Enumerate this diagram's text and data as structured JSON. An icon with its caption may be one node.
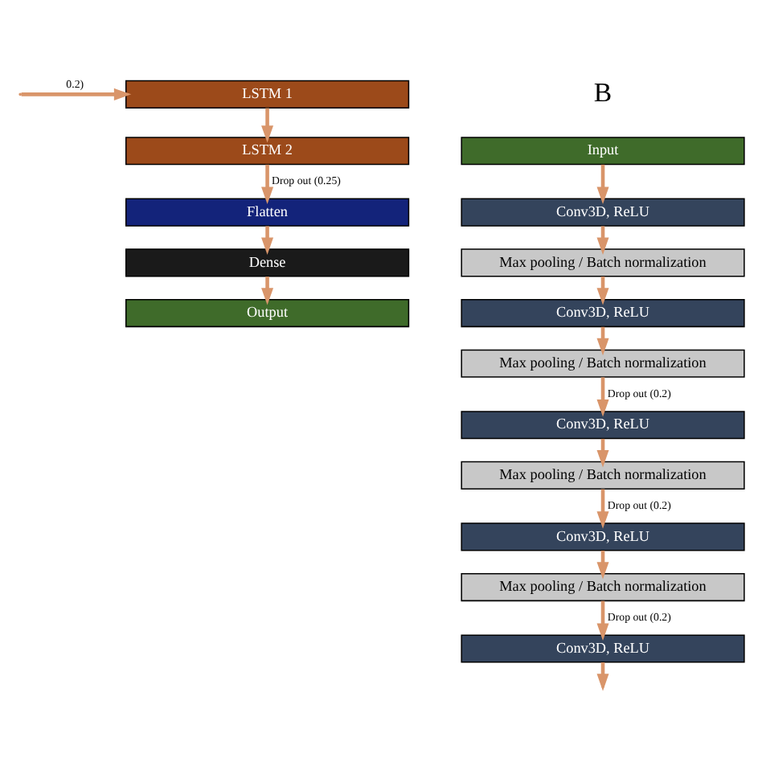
{
  "diagram": {
    "nodes": [
      {
        "text": [
          "LSTM 1"
        ]
      },
      {
        "text": [
          "LSTM 2"
        ]
      },
      {
        "text": [
          "Flatten"
        ]
      },
      {
        "text": [
          "Dense"
        ]
      },
      {
        "text": [
          "Output"
        ]
      },
      {
        "text": [
          "Input"
        ]
      },
      {
        "text": [
          "Conv3D, ReLU"
        ]
      },
      {
        "text": [
          "Max pooling / Batch normalization"
        ]
      },
      {
        "text": [
          "Conv3D, ReLU"
        ]
      },
      {
        "text": [
          "Max pooling / Batch normalization"
        ]
      },
      {
        "text": [
          "Conv3D, ReLU"
        ]
      },
      {
        "text": [
          "Max pooling / Batch normalization"
        ]
      },
      {
        "text": [
          "Conv3D, ReLU"
        ]
      },
      {
        "text": [
          "Max pooling / Batch normalization"
        ]
      },
      {
        "text": [
          "Conv3D, ReLU"
        ]
      }
    ],
    "edges": [
      {
        "from": null,
        "to": 0,
        "arrow": "to",
        "label": "0.2)"
      },
      {
        "from": 0,
        "to": 1,
        "arrow": "to"
      },
      {
        "from": 1,
        "to": 2,
        "arrow": "to",
        "label": "Drop out (0.25)"
      },
      {
        "from": 2,
        "to": 3,
        "arrow": "to"
      },
      {
        "from": 3,
        "to": 4,
        "arrow": "to"
      },
      {
        "from": 5,
        "to": 6,
        "arrow": "to"
      },
      {
        "from": 6,
        "to": 7,
        "arrow": "to"
      },
      {
        "from": 7,
        "to": 8,
        "arrow": "to"
      },
      {
        "from": 8,
        "to": 9,
        "arrow": "to"
      },
      {
        "from": 9,
        "to": 10,
        "arrow": "to",
        "label": "Drop out (0.2)"
      },
      {
        "from": 10,
        "to": 11,
        "arrow": "to"
      },
      {
        "from": 11,
        "to": 12,
        "arrow": "to",
        "label": "Drop out (0.2)"
      },
      {
        "from": 12,
        "to": 13,
        "arrow": "to"
      },
      {
        "from": 13,
        "to": 14,
        "arrow": "to",
        "label": "Drop out (0.2)"
      },
      {
        "from": 14,
        "to": null,
        "arrow": "to"
      }
    ],
    "labels": [
      "B"
    ]
  }
}
